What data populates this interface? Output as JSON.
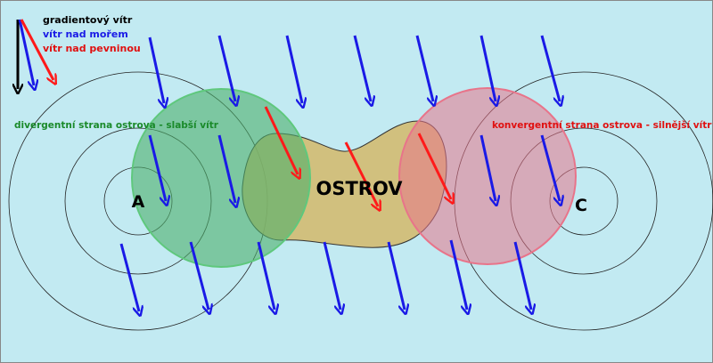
{
  "legend": {
    "gradient": "gradientový vítr",
    "sea": "vítr nad mořem",
    "land": "vítr nad pevninou"
  },
  "labels": {
    "island": "OSTROV",
    "low_a": "A",
    "low_c": "C",
    "divergent": "divergentní strana ostrova - slabší vítr",
    "convergent": "konvergentní strana ostrova - silnější vítr"
  },
  "colors": {
    "background": "#c2eaf2",
    "gradient_wind": "#000000",
    "sea_wind": "#1a1ae6",
    "land_wind": "#ff1a1a",
    "divergent_zone": "#4caf6a",
    "convergent_zone": "#e8748a",
    "island": "#d4b86a",
    "divergent_text": "#1a8a2a",
    "convergent_text": "#e01010"
  }
}
